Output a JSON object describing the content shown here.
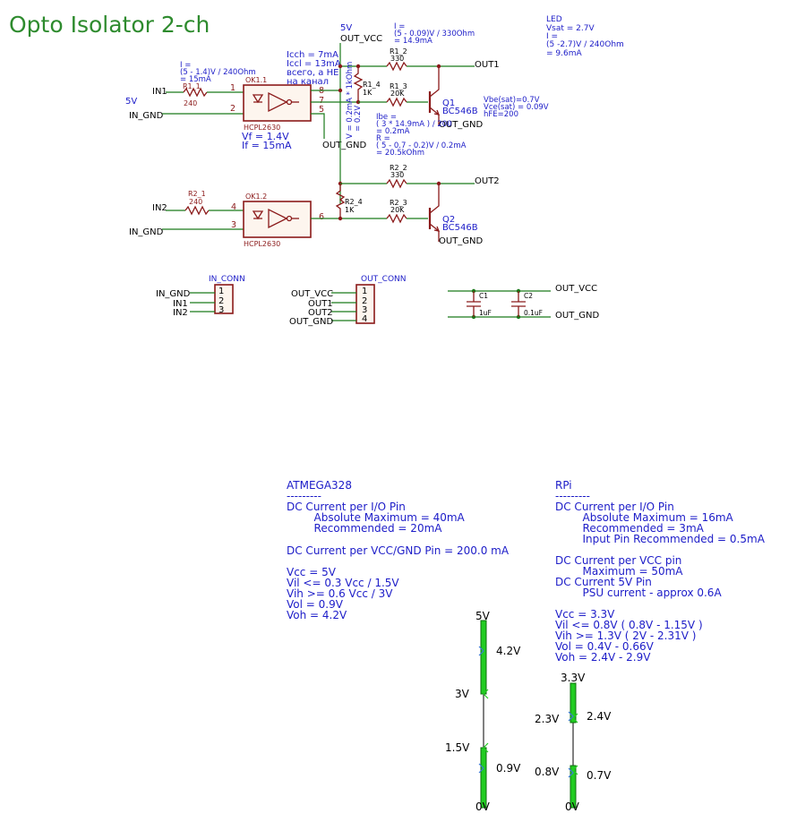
{
  "title": "Opto Isolator 2-ch",
  "channel1": {
    "input_current_note": [
      "I =",
      "(5 - 1.4)V / 240Ohm",
      "= 15mA"
    ],
    "supply_label": "5V",
    "in_label": "IN1",
    "gnd_label": "IN_GND",
    "resistor_ref": "R1_1",
    "resistor_val": "240",
    "opto_ref": "OK1.1",
    "opto_part": "HCPL2630",
    "opto_notes": [
      "Vf = 1.4V",
      "If = 15mA"
    ],
    "icc_notes": [
      "Icch = 7mA",
      "Iccl = 13mA",
      "всего, а НЕ",
      "на канал"
    ],
    "pins_left": [
      "1",
      "2"
    ],
    "pins_right": [
      "8",
      "7",
      "5"
    ],
    "out_vcc_supply": "5V",
    "out_vcc_label": "OUT_VCC",
    "out_gnd_label": "OUT_GND",
    "r_collector_ref": "R1_2",
    "r_collector_val": "330",
    "r_base_ref": "R1_3",
    "r_base_val": "20K",
    "r_pullup_ref": "R1_4",
    "r_pullup_val": "1K",
    "pullup_note": [
      "V = 0.2mA * 1kOhm",
      "= 0.2V"
    ],
    "collector_note": [
      "I =",
      "(5 - 0.09)V / 330Ohm",
      "= 14.9mA"
    ],
    "base_note": [
      "Ibe =",
      "( 3 * 14.9mA ) / 200",
      "= 0.2mA",
      "R =",
      "( 5 - 0.7 - 0.2)V / 0.2mA",
      "= 20.5kOhm"
    ],
    "transistor_ref": "Q1",
    "transistor_part": "BC546B",
    "transistor_notes": [
      "Vbe(sat)=0.7V",
      "Vce(sat) = 0.09V",
      "hFE=200"
    ],
    "out_label": "OUT1",
    "out_gnd_label2": "OUT_GND"
  },
  "led_note": [
    "LED",
    "Vsat = 2.7V",
    "I =",
    "(5 -2.7)V / 240Ohm",
    " = 9.6mA"
  ],
  "channel2": {
    "in_label": "IN2",
    "gnd_label": "IN_GND",
    "resistor_ref": "R2_1",
    "resistor_val": "240",
    "opto_ref": "OK1.2",
    "opto_part": "HCPL2630",
    "pins_left": [
      "4",
      "3"
    ],
    "pins_right": [
      "6"
    ],
    "r_collector_ref": "R2_2",
    "r_collector_val": "330",
    "r_base_ref": "R2_3",
    "r_base_val": "20K",
    "r_pullup_ref": "R2_4",
    "r_pullup_val": "1K",
    "transistor_ref": "Q2",
    "transistor_part": "BC546B",
    "out_label": "OUT2",
    "out_gnd_label": "OUT_GND"
  },
  "in_conn": {
    "ref": "IN_CONN",
    "pins": [
      "1",
      "2",
      "3"
    ],
    "nets": [
      "IN_GND",
      "IN1",
      "IN2"
    ]
  },
  "out_conn": {
    "ref": "OUT_CONN",
    "pins": [
      "1",
      "2",
      "3",
      "4"
    ],
    "nets": [
      "OUT_VCC",
      "OUT1",
      "OUT2",
      "OUT_GND"
    ]
  },
  "caps": {
    "vcc_label": "OUT_VCC",
    "gnd_label": "OUT_GND",
    "c1_ref": "C1",
    "c1_val": "1uF",
    "c2_ref": "C2",
    "c2_val": "0.1uF"
  },
  "atmega_notes": [
    "ATMEGA328",
    "---------",
    "DC Current per I/O Pin",
    "        Absolute Maximum = 40mA",
    "        Recommended = 20mA",
    "",
    "DC Current per VCC/GND Pin = 200.0 mA",
    "",
    "Vcc = 5V",
    "Vil <= 0.3 Vcc / 1.5V",
    "Vih >= 0.6 Vcc / 3V",
    "Vol = 0.9V",
    "Voh = 4.2V"
  ],
  "rpi_notes": [
    "RPi",
    "---------",
    "DC Current per I/O Pin",
    "        Absolute Maximum = 16mA",
    "        Recommended = 3mA",
    "        Input Pin Recommended = 0.5mA",
    "",
    "DC Current per VCC pin",
    "        Maximum = 50mA",
    "DC Current 5V Pin",
    "        PSU current - approx 0.6A",
    "",
    "Vcc = 3.3V",
    "Vil <= 0.8V ( 0.8V - 1.15V )",
    "Vih >= 1.3V ( 2V - 2.31V )",
    "Vol = 0.4V - 0.66V",
    "Voh = 2.4V - 2.9V"
  ],
  "atmega_scale": {
    "top": "5V",
    "bottom": "0V",
    "voh": "4.2V",
    "vih": "3V",
    "vil": "1.5V",
    "vol": "0.9V"
  },
  "rpi_scale": {
    "top": "3.3V",
    "bottom": "0V",
    "voh": "2.4V",
    "vih": "2.3V",
    "vil": "0.8V",
    "vol": "0.7V"
  }
}
